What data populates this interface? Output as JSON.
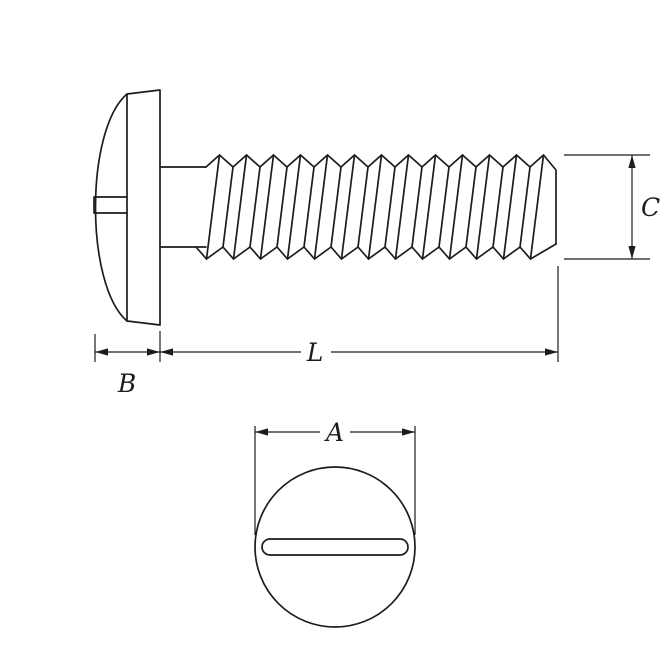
{
  "diagram": {
    "dimension_labels": {
      "head_diameter": "A",
      "head_height": "B",
      "thread_diameter": "C",
      "shank_length": "L"
    },
    "colors": {
      "line": "#1c1c1c",
      "background": "#ffffff"
    }
  }
}
